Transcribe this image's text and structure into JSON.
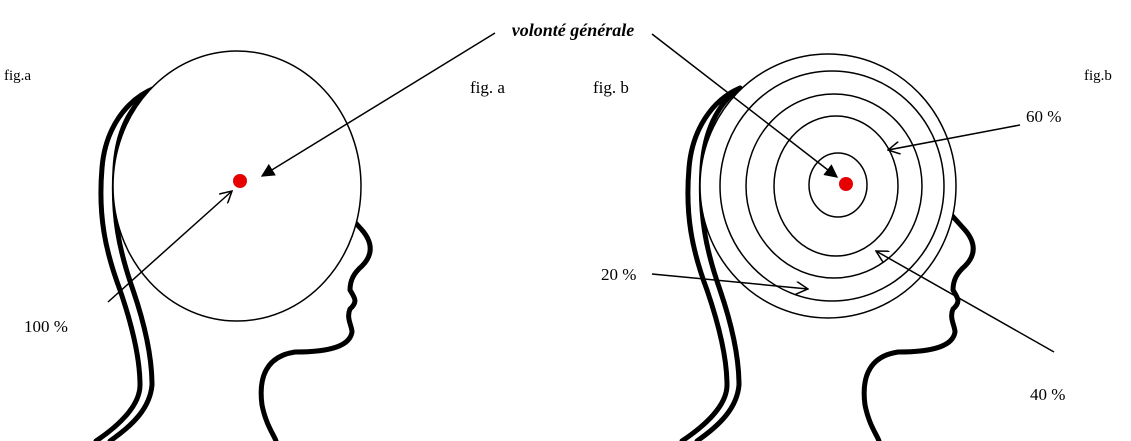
{
  "title": {
    "text": "volonté générale",
    "color": "#e60000"
  },
  "figure_a": {
    "corner_label": "fig.a",
    "inner_label": "fig. a",
    "percent_label": "100 %",
    "rings": 1
  },
  "figure_b": {
    "corner_label": "fig.b",
    "inner_label": "fig. b",
    "percent_labels": {
      "p60": "60 %",
      "p40": "40 %",
      "p20": "20 %"
    },
    "rings": 5
  },
  "colors": {
    "line": "#000000",
    "dot": "#e60000",
    "background": "#ffffff"
  }
}
